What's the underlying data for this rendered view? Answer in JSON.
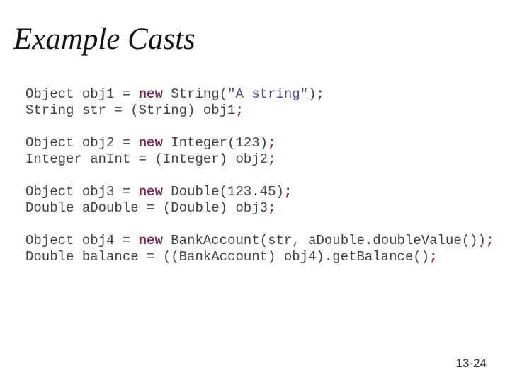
{
  "slide": {
    "title": "Example Casts",
    "page_number": "13-24"
  },
  "colors": {
    "background": "#ffffff",
    "title_text": "#141414",
    "code_text": "#3f3f46",
    "keyword": "#7c2a58",
    "string_literal": "#4a4a94",
    "page_number_text": "#2e2e2e"
  },
  "code": {
    "language": "java",
    "blocks": [
      {
        "lines": [
          [
            {
              "t": "Object obj1 = ",
              "s": "plain"
            },
            {
              "t": "new",
              "s": "keyword"
            },
            {
              "t": " String(",
              "s": "plain"
            },
            {
              "t": "\"A string\"",
              "s": "string"
            },
            {
              "t": ")",
              "s": "plain"
            },
            {
              "t": ";",
              "s": "keyword"
            }
          ],
          [
            {
              "t": "String str = (String) obj1",
              "s": "plain"
            },
            {
              "t": ";",
              "s": "keyword"
            }
          ]
        ]
      },
      {
        "lines": [
          [
            {
              "t": "Object obj2 = ",
              "s": "plain"
            },
            {
              "t": "new",
              "s": "keyword"
            },
            {
              "t": " Integer(123)",
              "s": "plain"
            },
            {
              "t": ";",
              "s": "keyword"
            }
          ],
          [
            {
              "t": "Integer anInt = (Integer) obj2",
              "s": "plain"
            },
            {
              "t": ";",
              "s": "keyword"
            }
          ]
        ]
      },
      {
        "lines": [
          [
            {
              "t": "Object obj3 = ",
              "s": "plain"
            },
            {
              "t": "new",
              "s": "keyword"
            },
            {
              "t": " Double(123.45)",
              "s": "plain"
            },
            {
              "t": ";",
              "s": "keyword"
            }
          ],
          [
            {
              "t": "Double aDouble = (Double) obj3",
              "s": "plain"
            },
            {
              "t": ";",
              "s": "keyword"
            }
          ]
        ]
      },
      {
        "lines": [
          [
            {
              "t": "Object obj4 = ",
              "s": "plain"
            },
            {
              "t": "new",
              "s": "keyword"
            },
            {
              "t": " BankAccount(str, aDouble.doubleValue())",
              "s": "plain"
            },
            {
              "t": ";",
              "s": "keyword"
            }
          ],
          [
            {
              "t": "Double balance = ((BankAccount) obj4).getBalance()",
              "s": "plain"
            },
            {
              "t": ";",
              "s": "keyword"
            }
          ]
        ]
      }
    ]
  }
}
